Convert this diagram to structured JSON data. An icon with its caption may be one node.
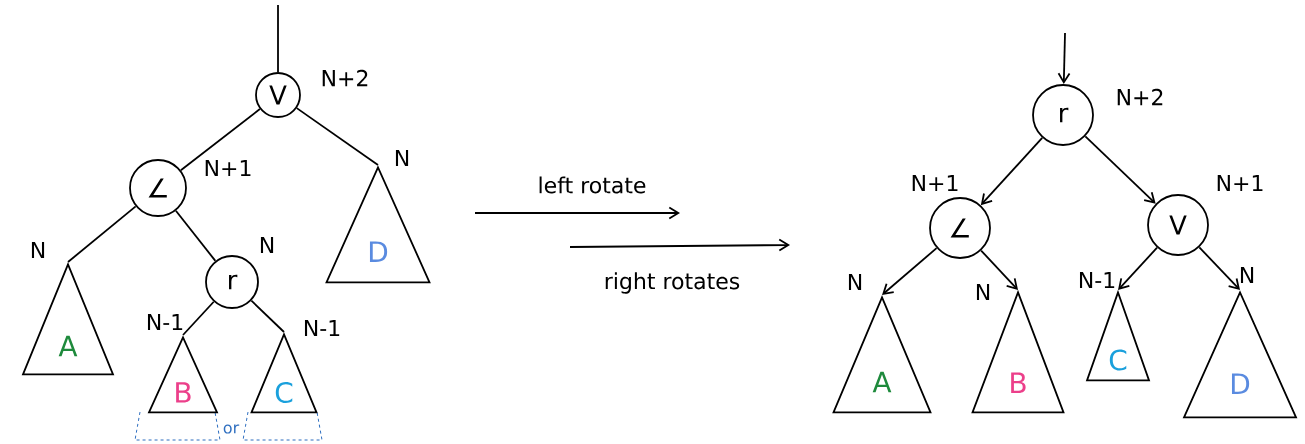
{
  "diagram": {
    "nodes": [
      {
        "text": [
          "V"
        ],
        "beside": [
          "N+2"
        ]
      },
      {
        "text": [
          "∠"
        ],
        "beside": [
          "N+1"
        ]
      },
      {
        "text": [
          "D"
        ],
        "beside": [
          "N"
        ]
      },
      {
        "text": [
          "A"
        ],
        "beside": [
          "N"
        ]
      },
      {
        "text": [
          "r"
        ],
        "beside": [
          "N"
        ]
      },
      {
        "text": [
          "B"
        ],
        "beside": [
          "N-1"
        ]
      },
      {
        "text": [
          "C"
        ],
        "beside": [
          "N-1"
        ]
      },
      {
        "text": [
          "r"
        ],
        "beside": [
          "N+2"
        ]
      },
      {
        "text": [
          "∠"
        ],
        "beside": [
          "N+1"
        ]
      },
      {
        "text": [
          "V"
        ],
        "beside": [
          "N+1"
        ]
      },
      {
        "text": [
          "A"
        ],
        "beside": [
          "N"
        ]
      },
      {
        "text": [
          "B"
        ],
        "beside": [
          "N"
        ]
      },
      {
        "text": [
          "C"
        ],
        "beside": [
          "N-1"
        ]
      },
      {
        "text": [
          "D"
        ],
        "beside": [
          "N"
        ]
      }
    ],
    "edges": [
      {
        "from": null,
        "to": 0,
        "arrow": "none"
      },
      {
        "from": 0,
        "to": 1,
        "arrow": "none"
      },
      {
        "from": 0,
        "to": 2,
        "arrow": "none"
      },
      {
        "from": 1,
        "to": 3,
        "arrow": "none"
      },
      {
        "from": 1,
        "to": 4,
        "arrow": "none"
      },
      {
        "from": 4,
        "to": 5,
        "arrow": "none"
      },
      {
        "from": 4,
        "to": 6,
        "arrow": "none"
      },
      {
        "from": null,
        "to": 7,
        "arrow": "to"
      },
      {
        "from": 7,
        "to": 8,
        "arrow": "to"
      },
      {
        "from": 7,
        "to": 9,
        "arrow": "to"
      },
      {
        "from": 8,
        "to": 10,
        "arrow": "to"
      },
      {
        "from": 8,
        "to": 11,
        "arrow": "to"
      },
      {
        "from": 9,
        "to": 12,
        "arrow": "to"
      },
      {
        "from": 9,
        "to": 13,
        "arrow": "to"
      }
    ],
    "labels": [
      "left rotate",
      "right rotates",
      "or"
    ]
  }
}
